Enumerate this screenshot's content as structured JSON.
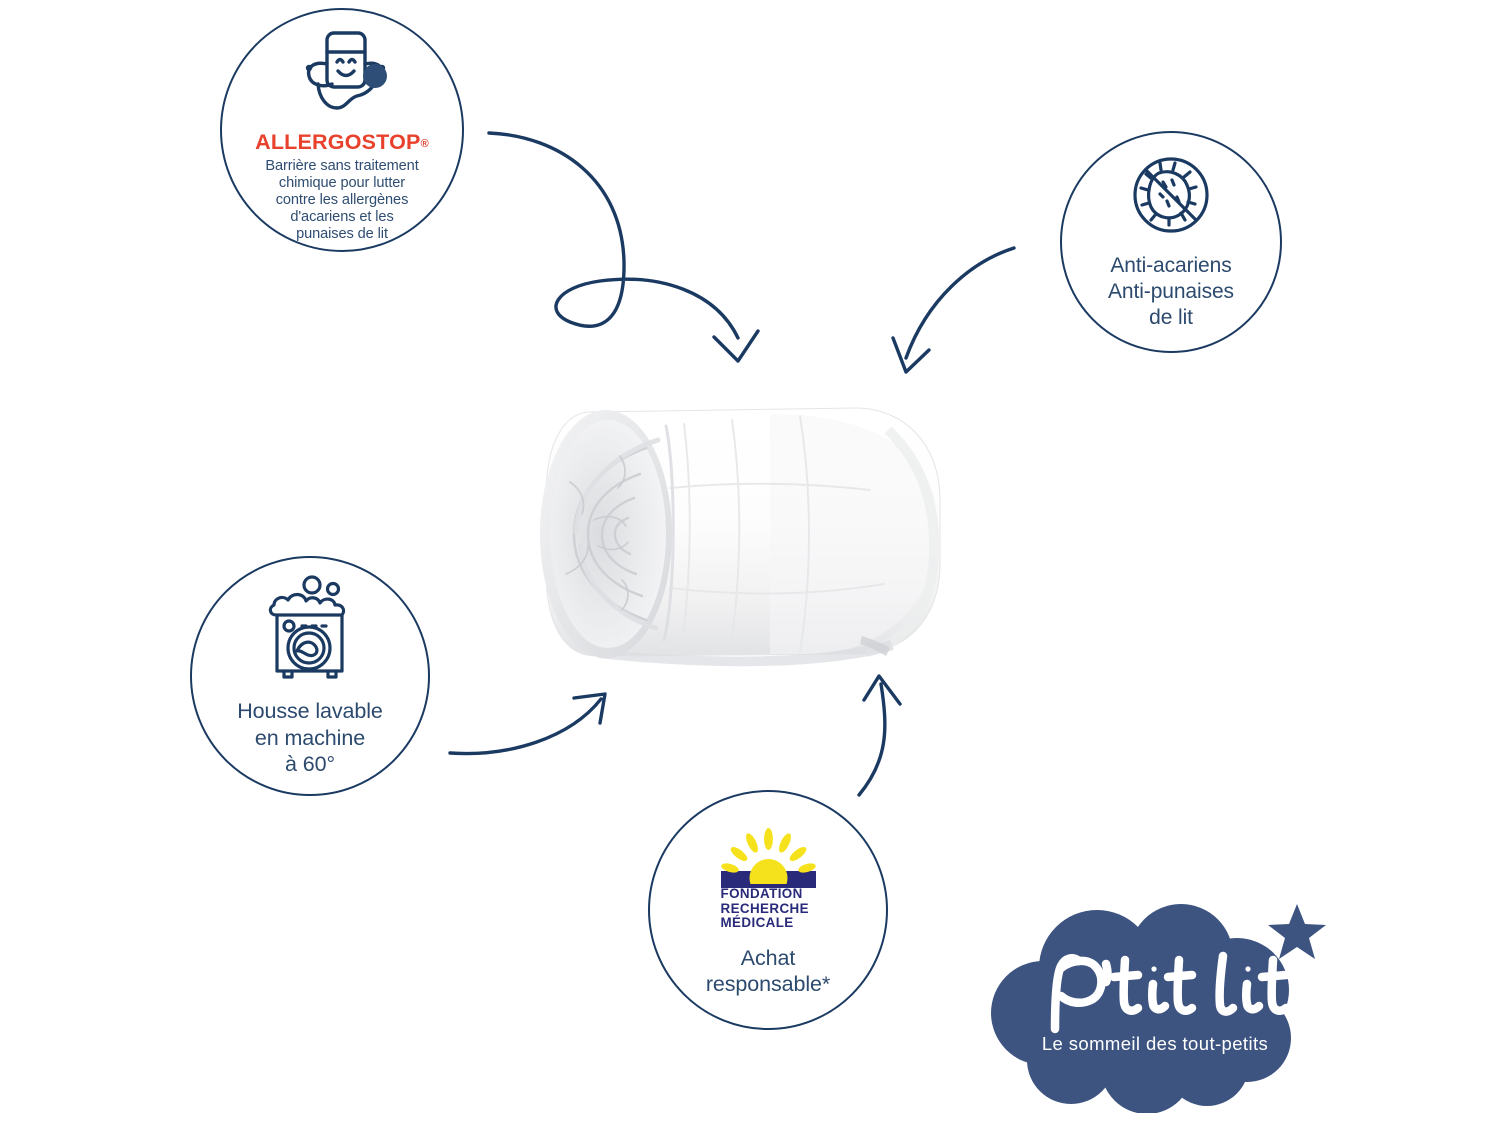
{
  "page": {
    "background_color": "#ffffff",
    "brand_navy": "#1B3A62",
    "brand_slate": "#3E5480",
    "accent_red": "#E8412C",
    "frm_blue": "#2A2A7A",
    "frm_yellow": "#F5E21C"
  },
  "badges": [
    {
      "id": "allergostop",
      "icon": "mattress-stethoscope-icon",
      "title": "ALLERGOSTOP",
      "title_mark": "®",
      "lines": [
        "Barrière sans traitement",
        "chimique pour lutter",
        "contre les allergènes",
        "d'acariens et les",
        "punaises de lit"
      ]
    },
    {
      "id": "anti-acariens",
      "icon": "no-microbe-icon",
      "lines": [
        "Anti-acariens",
        "Anti-punaises",
        "de lit"
      ]
    },
    {
      "id": "housse-lavable",
      "icon": "washing-machine-icon",
      "lines": [
        "Housse lavable",
        "en machine",
        "à 60°"
      ]
    },
    {
      "id": "achat-responsable",
      "icon": "frm-logo-icon",
      "frm_logo": {
        "line1": "FONDATION",
        "line2": "RECHERCHE",
        "line3": "MÉDICALE"
      },
      "lines": [
        "Achat",
        "responsable*"
      ]
    }
  ],
  "product": {
    "name": "rolled-mattress-protector",
    "alt": "Protège-matelas blanc enroulé"
  },
  "arrows": [
    {
      "id": "arrow-allergostop-to-product",
      "direction": "down",
      "style": "looping"
    },
    {
      "id": "arrow-antiacariens-to-product",
      "direction": "down-left",
      "style": "curved"
    },
    {
      "id": "arrow-lavable-to-product",
      "direction": "up-right",
      "style": "curved"
    },
    {
      "id": "arrow-achat-to-product",
      "direction": "up",
      "style": "curved"
    }
  ],
  "brand": {
    "name": "P'tit lit",
    "tagline": "Le sommeil des tout-petits",
    "star": "★"
  }
}
